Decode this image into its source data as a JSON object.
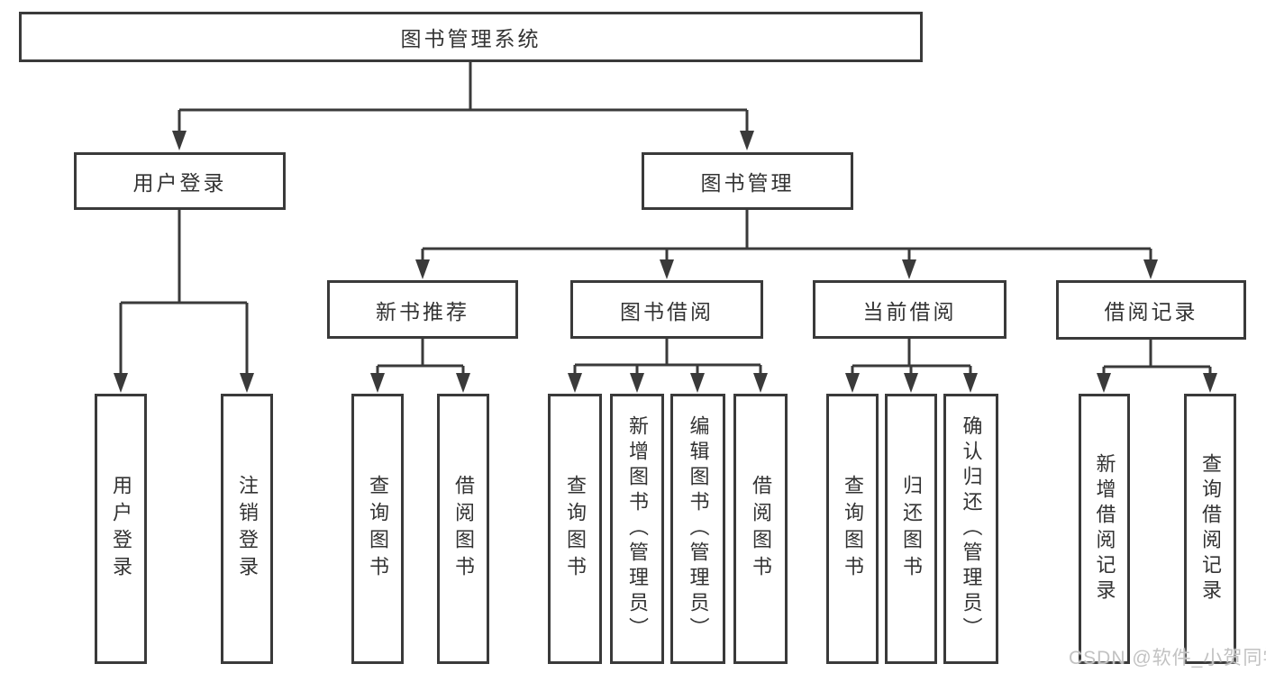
{
  "diagram": {
    "root": {
      "label": "图书管理系统"
    },
    "branches": [
      {
        "label": "用户登录",
        "children": [
          {
            "label": "用户登录"
          },
          {
            "label": "注销登录"
          }
        ]
      },
      {
        "label": "图书管理",
        "groups": [
          {
            "label": "新书推荐",
            "children": [
              {
                "label": "查询图书"
              },
              {
                "label": "借阅图书"
              }
            ]
          },
          {
            "label": "图书借阅",
            "children": [
              {
                "label": "查询图书"
              },
              {
                "label": "新增图书（管理员）"
              },
              {
                "label": "编辑图书（管理员）"
              },
              {
                "label": "借阅图书"
              }
            ]
          },
          {
            "label": "当前借阅",
            "children": [
              {
                "label": "查询图书"
              },
              {
                "label": "归还图书"
              },
              {
                "label": "确认归还（管理员）"
              }
            ]
          },
          {
            "label": "借阅记录",
            "children": [
              {
                "label": "新增借阅记录"
              },
              {
                "label": "查询借阅记录"
              }
            ]
          }
        ]
      }
    ],
    "watermark": "CSDN @软件_小贺同学"
  },
  "colors": {
    "line": "#3a3a3a",
    "text": "#333333",
    "background": "#ffffff",
    "watermark": "#c2c2c2"
  }
}
